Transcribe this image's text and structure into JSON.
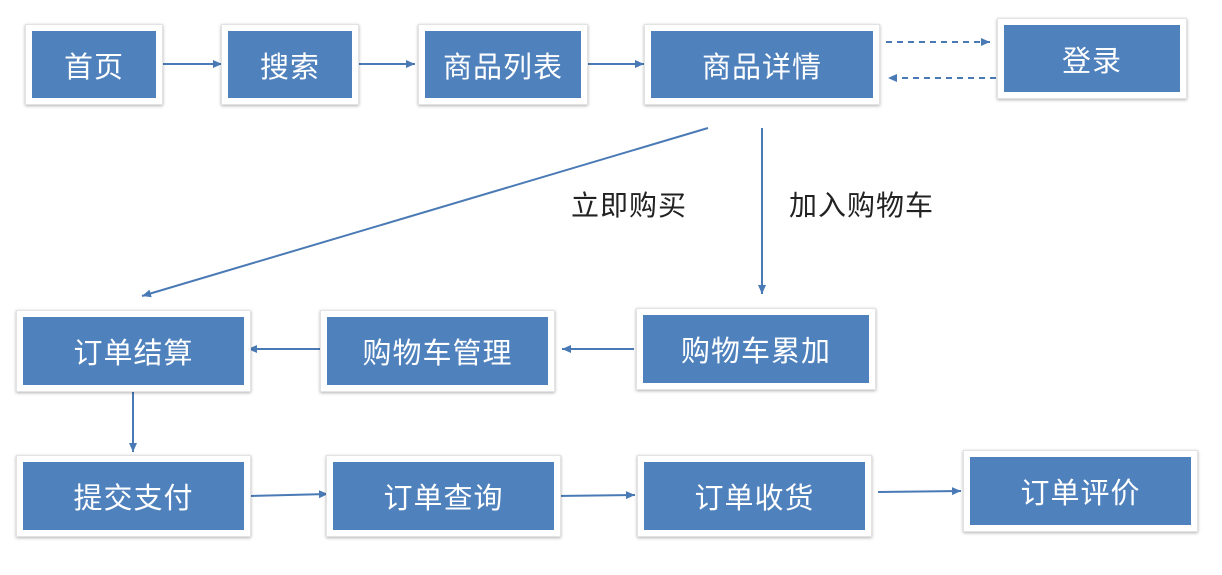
{
  "colors": {
    "node_fill": "#4f81bd",
    "node_text": "#ffffff",
    "arrow": "#4a7ab5",
    "label_text": "#222222"
  },
  "nodes": {
    "home": "首页",
    "search": "搜索",
    "product_list": "商品列表",
    "product_detail": "商品详情",
    "login": "登录",
    "order_checkout": "订单结算",
    "cart_manage": "购物车管理",
    "cart_add": "购物车累加",
    "submit_pay": "提交支付",
    "order_query": "订单查询",
    "order_receive": "订单收货",
    "order_review": "订单评价"
  },
  "edge_labels": {
    "buy_now": "立即购买",
    "add_to_cart": "加入购物车"
  }
}
